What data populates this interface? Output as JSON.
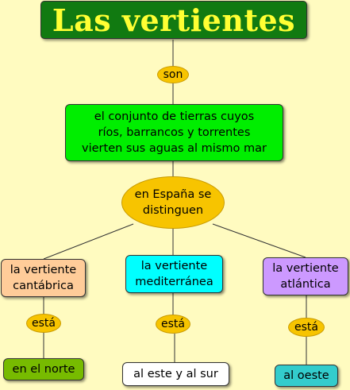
{
  "diagram": {
    "title": "Las vertientes",
    "link_son": "son",
    "definition": "el conjunto de tierras cuyos\nríos, barrancos y torrentes\nvierten sus aguas al mismo mar",
    "link_espana": "en España se\ndistinguen",
    "vertientes": [
      {
        "name": "la vertiente\ncantábrica",
        "link": "está",
        "location": "en el norte"
      },
      {
        "name": "la vertiente\nmediterránea",
        "link": "está",
        "location": "al este y al sur"
      },
      {
        "name": "la vertiente\natlántica",
        "link": "está",
        "location": "al oeste"
      }
    ]
  },
  "colors": {
    "background": "#fffbc0",
    "title_bg": "#117a11",
    "title_text": "#ffff33",
    "link_oval": "#f7c400",
    "definition_bg": "#00ee00",
    "cantabrica_bg": "#ffcc99",
    "mediterranea_bg": "#00ffff",
    "atlantica_bg": "#cc99ff",
    "norte_bg": "#77bb00",
    "estesur_bg": "#ffffff",
    "oeste_bg": "#33cccc"
  }
}
